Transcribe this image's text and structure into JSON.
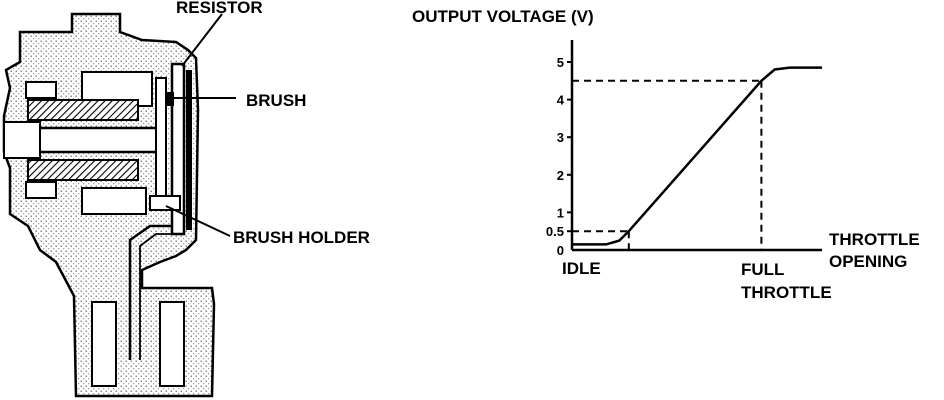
{
  "figure": {
    "callouts": {
      "resistor": "RESISTOR",
      "brush": "BRUSH",
      "brush_holder": "BRUSH HOLDER"
    }
  },
  "chart_data": {
    "type": "line",
    "title": "OUTPUT VOLTAGE (V)",
    "ylabel": "OUTPUT VOLTAGE (V)",
    "xlabel": "THROTTLE OPENING",
    "xlabel_lines": [
      "THROTTLE",
      "OPENING"
    ],
    "x_markers": {
      "idle": "IDLE",
      "full_lines": [
        "FULL",
        "THROTTLE"
      ]
    },
    "y_ticks": [
      "0",
      "0.5",
      "1",
      "2",
      "3",
      "4",
      "5"
    ],
    "ylim": [
      0,
      5.3
    ],
    "xlim": [
      0,
      1.32
    ],
    "series": [
      {
        "x": [
          0,
          0.18,
          0.25,
          0.3,
          1.0,
          1.07,
          1.15,
          1.32
        ],
        "y": [
          0.15,
          0.15,
          0.25,
          0.5,
          4.5,
          4.8,
          4.85,
          4.85
        ]
      }
    ],
    "reference_points": [
      {
        "x": 0.3,
        "y": 0.5
      },
      {
        "x": 1.0,
        "y": 4.5
      }
    ],
    "grid": false
  }
}
